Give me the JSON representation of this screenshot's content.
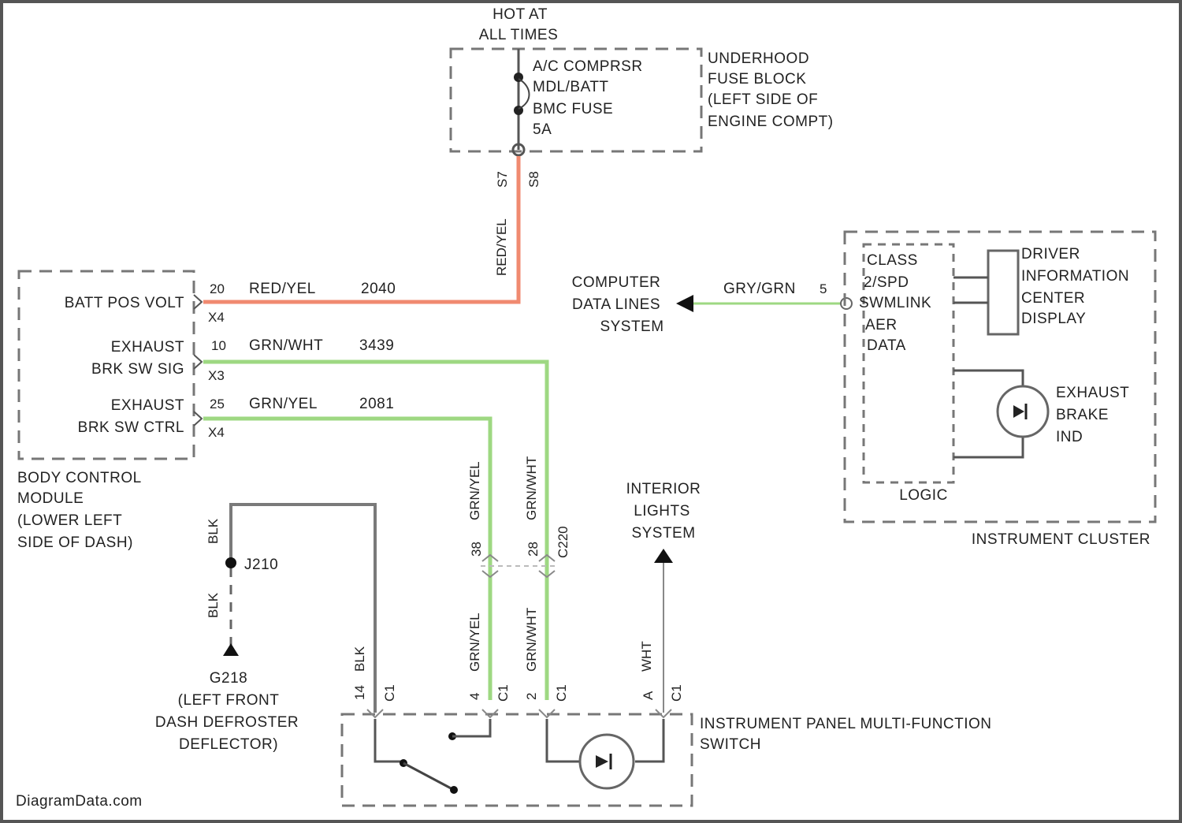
{
  "fuse_block": {
    "hot": [
      "HOT AT",
      "ALL TIMES"
    ],
    "items": [
      "A/C COMPRSR",
      "MDL/BATT",
      "BMC FUSE",
      "5A"
    ],
    "name": [
      "UNDERHOOD",
      "FUSE BLOCK",
      "(LEFT SIDE OF",
      "ENGINE COMPT)"
    ],
    "pins": [
      "S7",
      "S8"
    ]
  },
  "bcm": {
    "name": [
      "BODY CONTROL",
      "MODULE",
      "(LOWER LEFT",
      "SIDE OF DASH)"
    ],
    "pin_labels": {
      "batt": "BATT POS VOLT",
      "exh_sw_sig": [
        "EXHAUST",
        "BRK SW SIG"
      ],
      "exh_sw_ctrl": [
        "EXHAUST",
        "BRK SW CTRL"
      ]
    },
    "pins": [
      {
        "num": "20",
        "conn": "X4",
        "wire": "RED/YEL",
        "circuit": "2040"
      },
      {
        "num": "10",
        "conn": "X3",
        "wire": "GRN/WHT",
        "circuit": "3439"
      },
      {
        "num": "25",
        "conn": "X4",
        "wire": "GRN/YEL",
        "circuit": "2081"
      }
    ]
  },
  "vertical_wire_labels": {
    "red": "RED/YEL",
    "grn_yel_upper": "GRN/YEL",
    "grn_wht_upper": "GRN/WHT",
    "grn_yel_lower": "GRN/YEL",
    "grn_wht_lower": "GRN/WHT",
    "blk_top": "BLK",
    "blk_mid": "BLK",
    "blk_sw": "BLK",
    "wht": "WHT",
    "c220": "C220",
    "pin_38": "38",
    "pin_28": "28"
  },
  "computer_data": {
    "name": [
      "COMPUTER",
      "DATA LINES",
      "SYSTEM"
    ],
    "wire": "GRY/GRN",
    "pin": "5"
  },
  "cluster": {
    "lines": [
      "CLASS",
      "2/SPD",
      "SWMLINK",
      "AER",
      "DATA"
    ],
    "dic": [
      "DRIVER",
      "INFORMATION",
      "CENTER",
      "DISPLAY"
    ],
    "ind": [
      "EXHAUST",
      "BRAKE",
      "IND"
    ],
    "logic": "LOGIC",
    "name": "INSTRUMENT CLUSTER"
  },
  "ground": {
    "splice": "J210",
    "name": [
      "G218",
      "(LEFT FRONT",
      "DASH DEFROSTER",
      "DEFLECTOR)"
    ]
  },
  "interior": {
    "name": [
      "INTERIOR",
      "LIGHTS",
      "SYSTEM"
    ]
  },
  "ip_switch": {
    "name": [
      "INSTRUMENT PANEL MULTI-FUNCTION",
      "SWITCH"
    ],
    "pins": [
      "14",
      "C1",
      "4",
      "C1",
      "2",
      "C1",
      "A",
      "C1"
    ]
  },
  "watermark": "DiagramData.com"
}
